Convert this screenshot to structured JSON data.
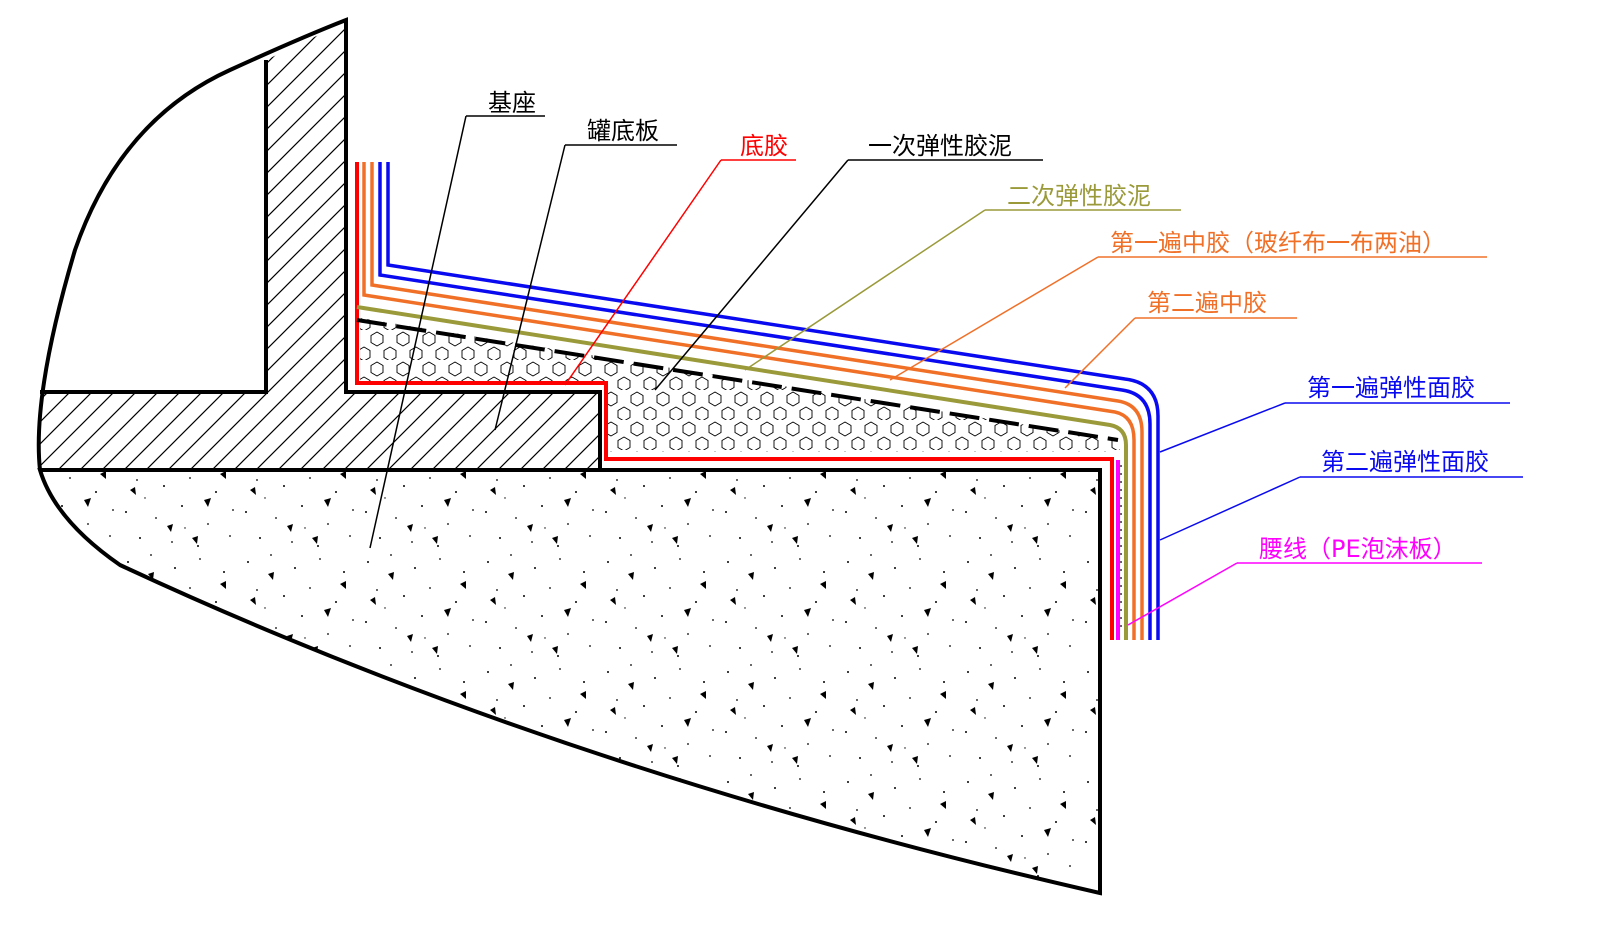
{
  "labels": {
    "foundation": "基座",
    "tank_bottom_plate": "罐底板",
    "primer": "底胶",
    "putty_1": "一次弹性胶泥",
    "putty_2": "二次弹性胶泥",
    "mid_coat_1": "第一遍中胶（玻纤布一布两油）",
    "mid_coat_2": "第二遍中胶",
    "top_coat_1": "第一遍弹性面胶",
    "top_coat_2": "第二遍弹性面胶",
    "waist_line": "腰线（PE泡沫板）"
  },
  "colors": {
    "outline": "#000000",
    "primer": "#ff0000",
    "putty_2": "#9a9a3a",
    "mid_coat": "#f07028",
    "top_coat": "#0a0af0",
    "waist_line": "#ff00ff"
  }
}
